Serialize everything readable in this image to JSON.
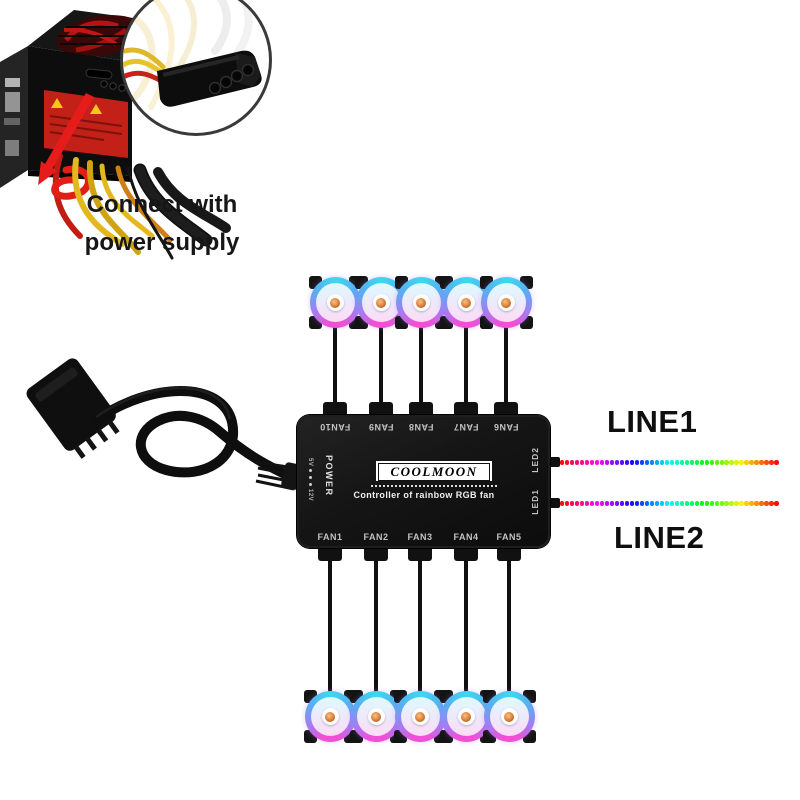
{
  "psu_section": {
    "caption_line1": "Connect with",
    "caption_line2": "power supply"
  },
  "controller": {
    "brand": "COOLMOON",
    "subtitle": "Controller of rainbow RGB fan",
    "power_label": "POWER",
    "voltage_top": "5V",
    "voltage_bottom": "12V",
    "top_ports": [
      "FAN10",
      "FAN9",
      "FAN8",
      "FAN7",
      "FAN6"
    ],
    "bottom_ports": [
      "FAN1",
      "FAN2",
      "FAN3",
      "FAN4",
      "FAN5"
    ],
    "led_port_top": "LED2",
    "led_port_bottom": "LED1"
  },
  "led_strips": {
    "line1_label": "LINE1",
    "line2_label": "LINE2",
    "dot_count": 44,
    "hue_start": 360,
    "hue_end": 0,
    "saturation": 93,
    "lightness": 51
  },
  "fans": {
    "top_count": 5,
    "bottom_count": 5,
    "ring_colors": [
      "#3bd9ef",
      "#58aef2",
      "#a57cf2",
      "#f04fd6"
    ],
    "hub_color": "#d9742e"
  },
  "colors": {
    "background": "#ffffff",
    "controller_body": "#151515",
    "arrow_red": "#e51c19",
    "psu_label_red": "#c32017",
    "cable_yellow": "#e3b81e",
    "cable_red": "#c21d14"
  }
}
